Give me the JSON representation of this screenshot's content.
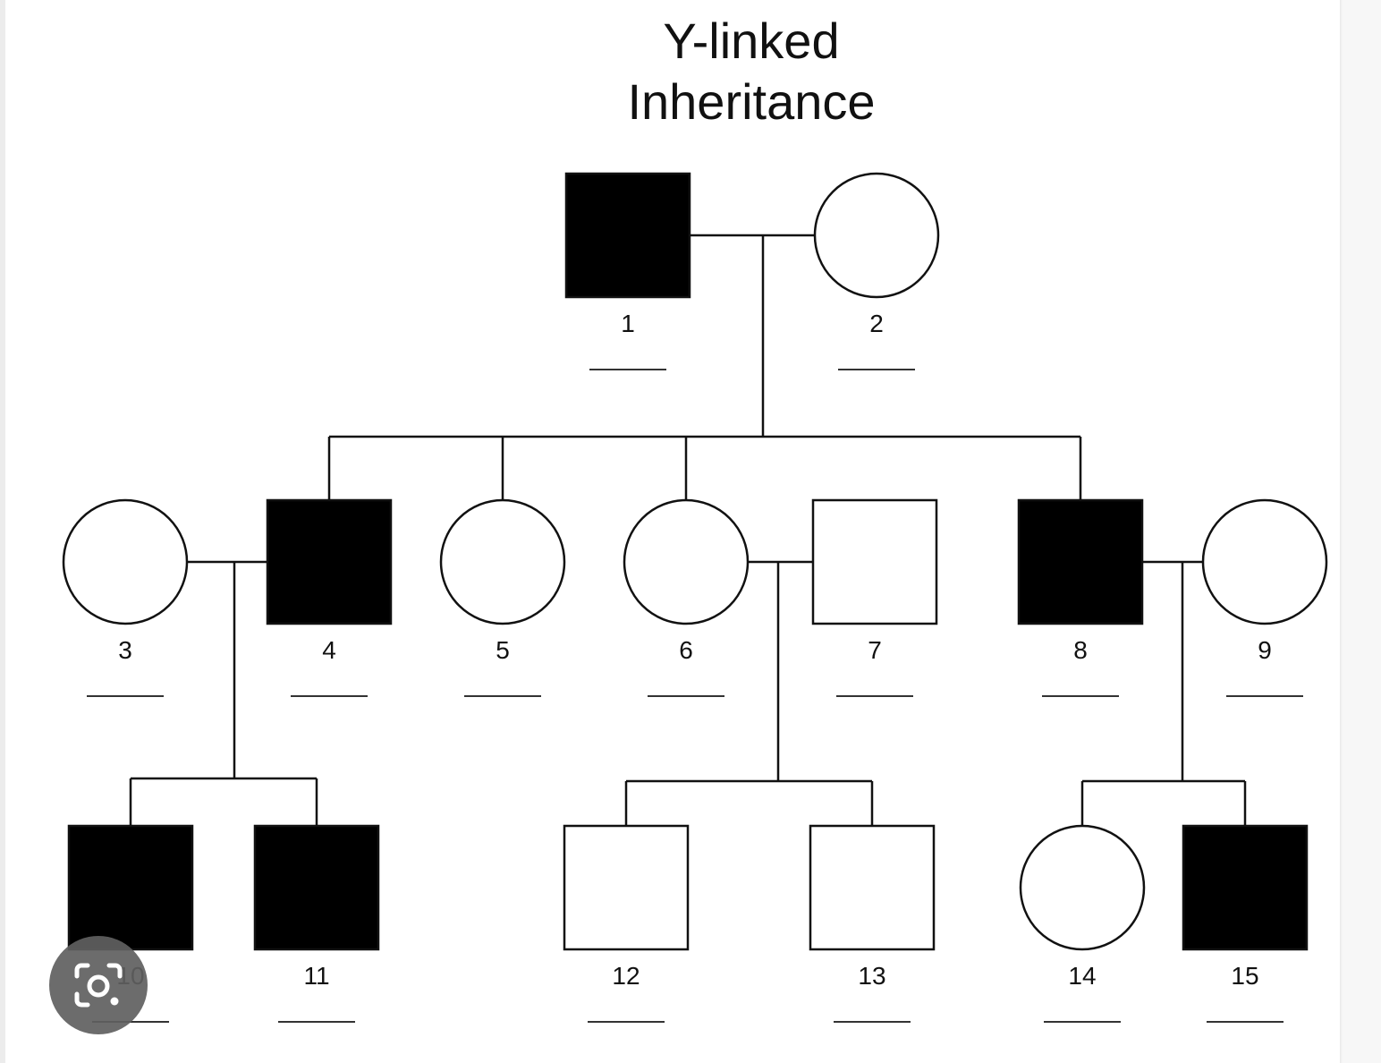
{
  "title": {
    "line1": "Y-linked",
    "line2": "Inheritance"
  },
  "colors": {
    "affected": "#000000",
    "unaffected": "#ffffff",
    "stroke": "#111111",
    "lens_button_bg": "#5f5f5f"
  },
  "individuals": [
    {
      "id": "1",
      "sex": "male",
      "affected": true
    },
    {
      "id": "2",
      "sex": "female",
      "affected": false
    },
    {
      "id": "3",
      "sex": "female",
      "affected": false
    },
    {
      "id": "4",
      "sex": "male",
      "affected": true
    },
    {
      "id": "5",
      "sex": "female",
      "affected": false
    },
    {
      "id": "6",
      "sex": "female",
      "affected": false
    },
    {
      "id": "7",
      "sex": "male",
      "affected": false
    },
    {
      "id": "8",
      "sex": "male",
      "affected": true
    },
    {
      "id": "9",
      "sex": "female",
      "affected": false
    },
    {
      "id": "10",
      "sex": "male",
      "affected": true
    },
    {
      "id": "11",
      "sex": "male",
      "affected": true
    },
    {
      "id": "12",
      "sex": "male",
      "affected": false
    },
    {
      "id": "13",
      "sex": "male",
      "affected": false
    },
    {
      "id": "14",
      "sex": "female",
      "affected": false
    },
    {
      "id": "15",
      "sex": "male",
      "affected": true
    }
  ],
  "matings": [
    {
      "partners": [
        "1",
        "2"
      ],
      "children": [
        "4",
        "5",
        "6",
        "8"
      ]
    },
    {
      "partners": [
        "3",
        "4"
      ],
      "children": [
        "10",
        "11"
      ]
    },
    {
      "partners": [
        "6",
        "7"
      ],
      "children": [
        "12",
        "13"
      ]
    },
    {
      "partners": [
        "8",
        "9"
      ],
      "children": [
        "14",
        "15"
      ]
    }
  ],
  "overlay": {
    "lens_icon": "google-lens-icon"
  }
}
